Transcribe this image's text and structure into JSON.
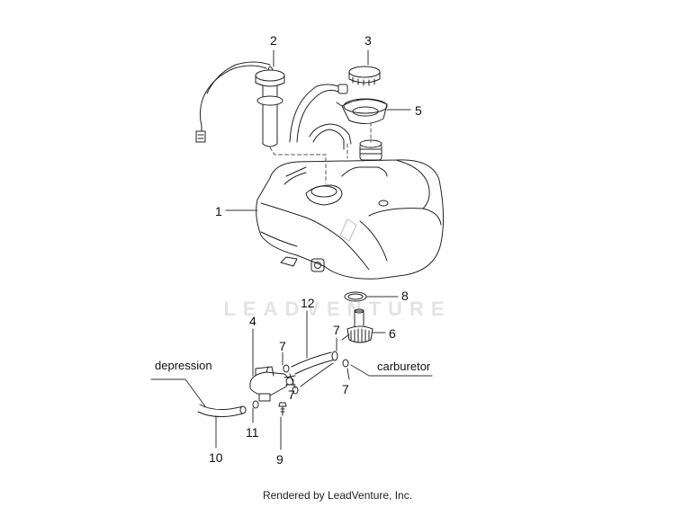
{
  "watermark": {
    "text": "LEADVENTURE"
  },
  "callouts": {
    "c1": "1",
    "c2": "2",
    "c3": "3",
    "c4": "4",
    "c5": "5",
    "c6": "6",
    "c7a": "7",
    "c7b": "7",
    "c7c": "7",
    "c7d": "7",
    "c8": "8",
    "c9": "9",
    "c10": "10",
    "c11": "11",
    "c12": "12"
  },
  "labels": {
    "depression": "depression",
    "carburetor": "carburetor"
  },
  "footer": {
    "text": "Rendered by LeadVenture, Inc."
  }
}
